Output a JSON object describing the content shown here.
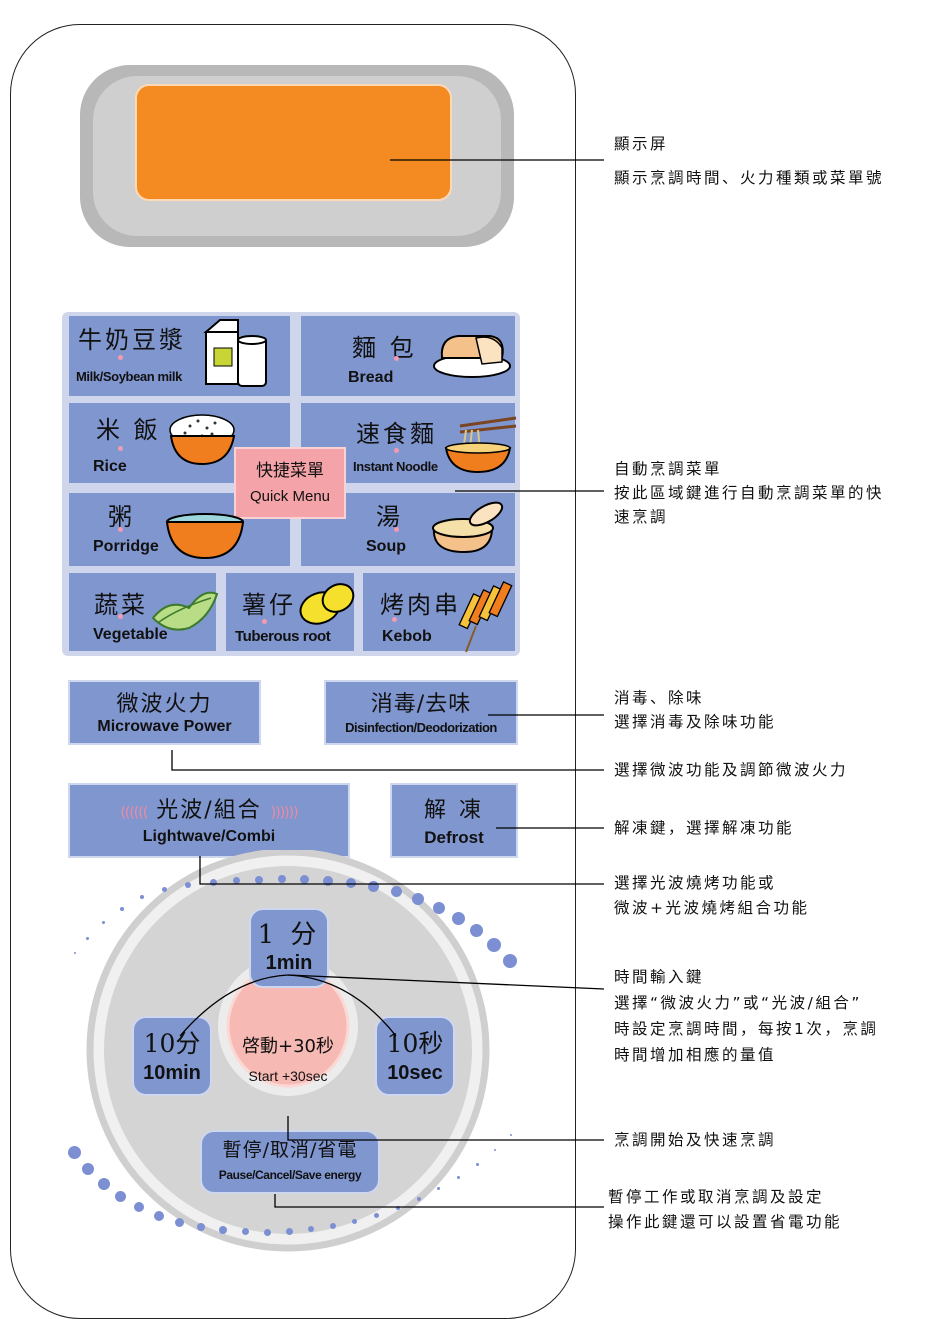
{
  "menu": {
    "milk": {
      "cn": "牛奶豆漿",
      "en": "Milk/Soybean milk"
    },
    "bread": {
      "cn": "麵 包",
      "en": "Bread"
    },
    "rice": {
      "cn": "米 飯",
      "en": "Rice"
    },
    "noodle": {
      "cn": "速食麵",
      "en": "Instant Noodle"
    },
    "quick": {
      "cn": "快捷菜單",
      "en": "Quick Menu"
    },
    "porridge": {
      "cn": "粥",
      "en": "Porridge"
    },
    "soup": {
      "cn": "湯",
      "en": "Soup"
    },
    "vegetable": {
      "cn": "蔬菜",
      "en": "Vegetable"
    },
    "root": {
      "cn": "薯仔",
      "en": "Tuberous root"
    },
    "kebob": {
      "cn": "烤肉串",
      "en": "Kebob"
    }
  },
  "buttons": {
    "microwave": {
      "cn": "微波火力",
      "en": "Microwave Power"
    },
    "disinfection": {
      "cn": "消毒/去味",
      "en": "Disinfection/Deodorization"
    },
    "lightwave": {
      "cn": "光波/組合",
      "en": "Lightwave/Combi",
      "wave_left": "((((((",
      "wave_right": "))))))"
    },
    "defrost": {
      "cn": "解 凍",
      "en": "Defrost"
    },
    "one_min": {
      "cn": "1 分",
      "en": "1min"
    },
    "ten_min": {
      "cn": "10分",
      "en": "10min"
    },
    "ten_sec": {
      "cn": "10秒",
      "en": "10sec"
    },
    "start": {
      "cn": "啓動+30秒",
      "en": "Start +30sec"
    },
    "pause": {
      "cn": "暫停/取消/省電",
      "en": "Pause/Cancel/Save energy"
    }
  },
  "annotations": {
    "display_title": "顯示屏",
    "display_desc": "顯示烹調時間、火力種類或菜單號",
    "auto_title": "自動烹調菜單",
    "auto_desc1": "按此區域鍵進行自動烹調菜單的快",
    "auto_desc2": "速烹調",
    "disinfect_title": "消毒、除味",
    "disinfect_desc": "選擇消毒及除味功能",
    "microwave_desc": "選擇微波功能及調節微波火力",
    "defrost_desc": "解凍鍵，選擇解凍功能",
    "lightwave_desc1": "選擇光波燒烤功能或",
    "lightwave_desc2": "微波+光波燒烤組合功能",
    "time_title": "時間輸入鍵",
    "time_desc1": "選擇“微波火力”或“光波/組合”",
    "time_desc2": "時設定烹調時間，每按1次，烹調",
    "time_desc3": "時間增加相應的量值",
    "start_desc": "烹調開始及快速烹調",
    "pause_desc1": "暫停工作或取消烹調及設定",
    "pause_desc2": "操作此鍵還可以設置省電功能"
  },
  "colors": {
    "display": "#f38a22",
    "button_blue": "#8096cf",
    "quick_menu_pink": "#f4a3a8",
    "start_pink": "#f6b9b3",
    "lightwave_text_pink": "#f08aa0"
  }
}
